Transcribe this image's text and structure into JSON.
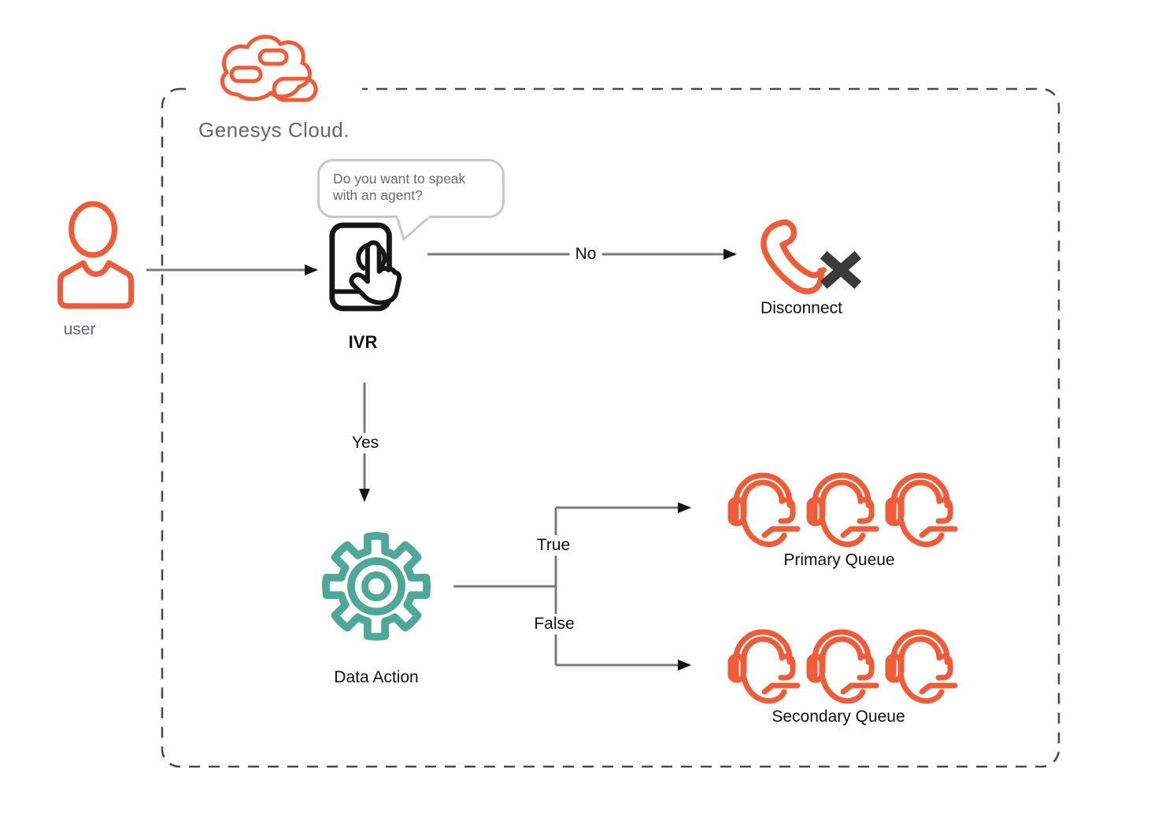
{
  "region": {
    "cloud_label": "Genesys Cloud."
  },
  "nodes": {
    "user": {
      "label": "user"
    },
    "ivr": {
      "label": "IVR",
      "speech_bubble": "Do you want to speak with an agent?"
    },
    "disconnect": {
      "label": "Disconnect"
    },
    "data_action": {
      "label": "Data Action"
    },
    "primary_queue": {
      "label": "Primary Queue",
      "agent_count": 3
    },
    "secondary_queue": {
      "label": "Secondary Queue",
      "agent_count": 3
    }
  },
  "edges": {
    "ivr_no": {
      "label": "No"
    },
    "ivr_yes": {
      "label": "Yes"
    },
    "branch_true": {
      "label": "True"
    },
    "branch_false": {
      "label": "False"
    }
  },
  "colors": {
    "orange": "#F05C38",
    "teal": "#4DA899",
    "ink": "#161616",
    "line": "#7B7B7B",
    "graytext": "#5E6870",
    "bubble-border": "#C8C8C8",
    "bubble-text": "#6B6B6B",
    "xdark": "#3B3B3B",
    "dash": "#4B4B4B"
  }
}
